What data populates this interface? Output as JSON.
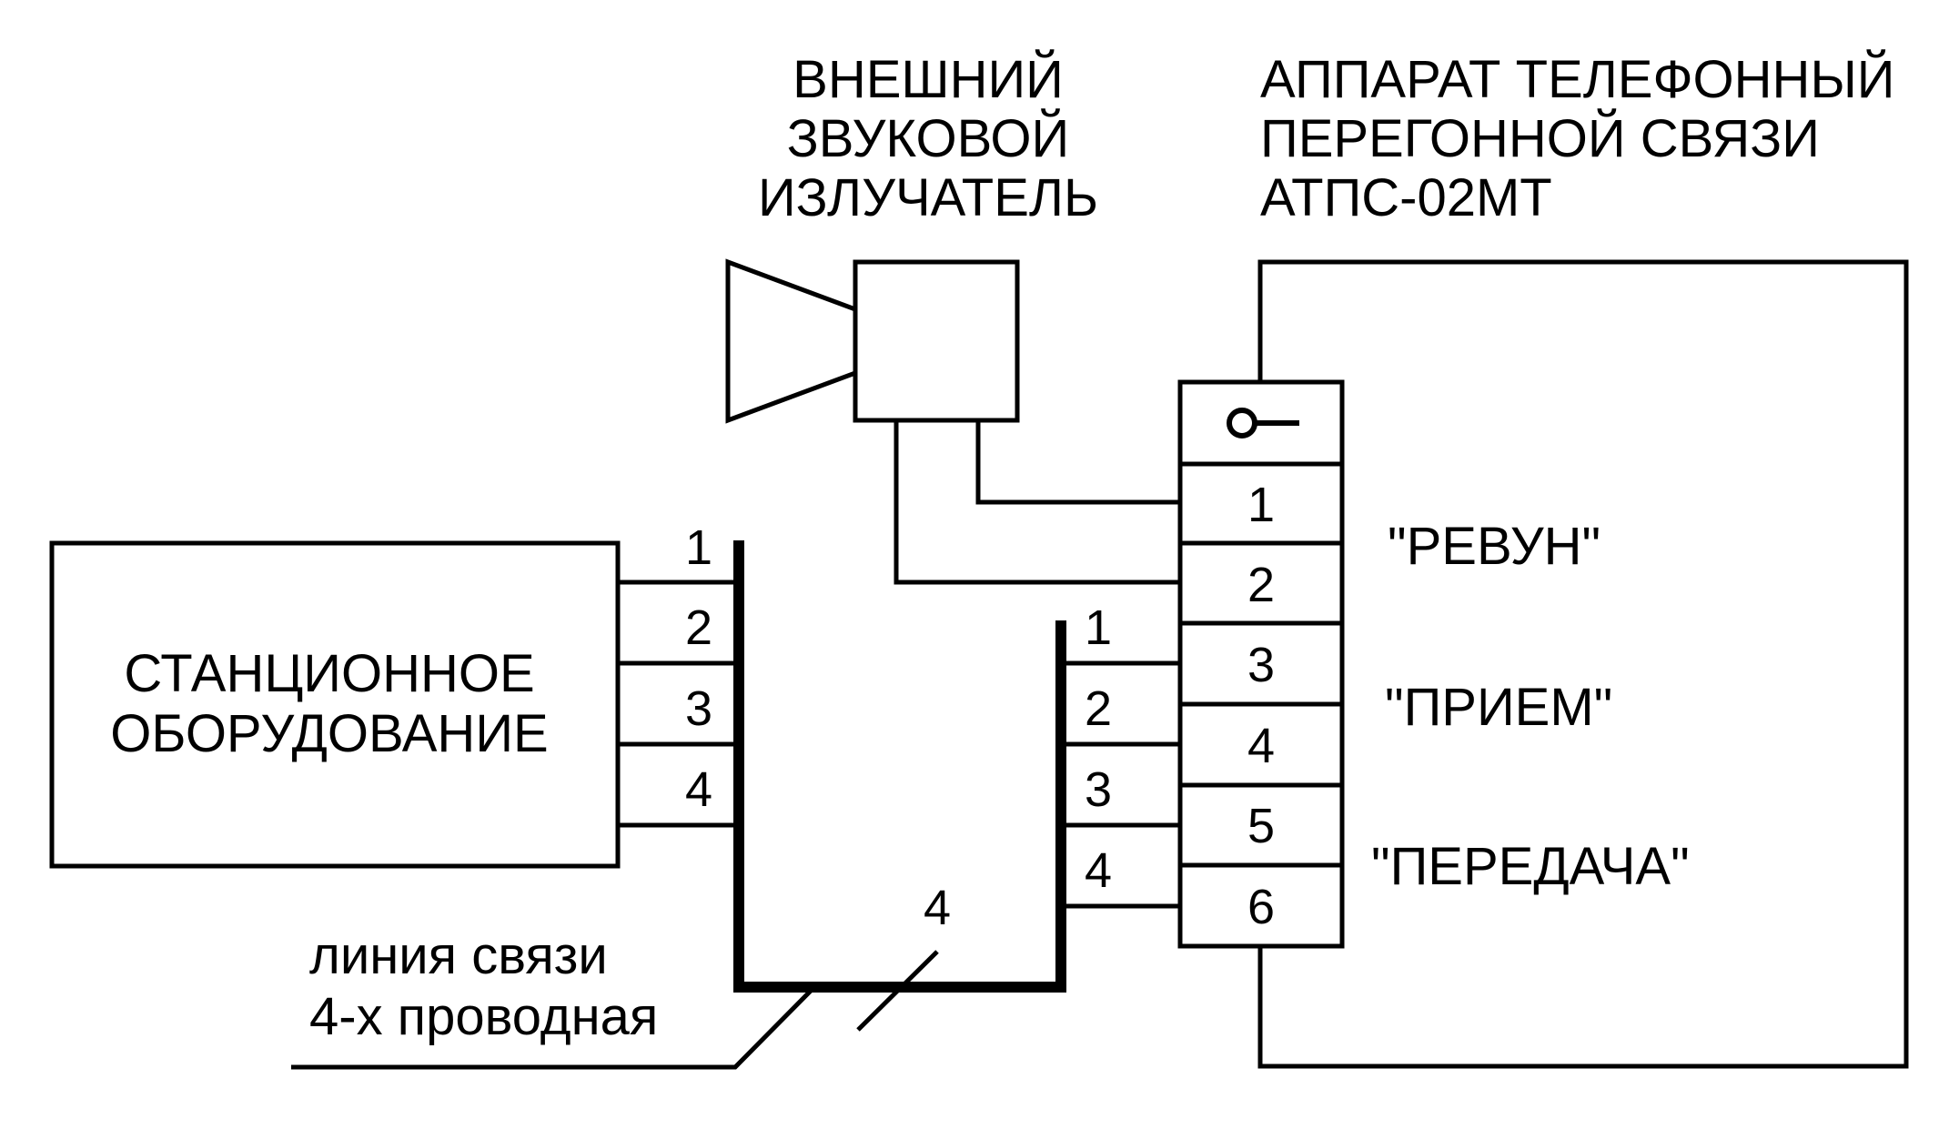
{
  "speaker": {
    "title_lines": [
      "ВНЕШНИЙ",
      "ЗВУКОВОЙ",
      "ИЗЛУЧАТЕЛЬ"
    ]
  },
  "phone": {
    "title_lines": [
      "АППАРАТ ТЕЛЕФОННЫЙ",
      "ПЕРЕГОННОЙ СВЯЗИ",
      "АТПС-02МТ"
    ],
    "terminals": [
      "1",
      "2",
      "3",
      "4",
      "5",
      "6"
    ],
    "groups": [
      "\"РЕВУН\"",
      "\"ПРИЕМ\"",
      "\"ПЕРЕДАЧА\""
    ]
  },
  "station": {
    "label_lines": [
      "СТАНЦИОННОЕ",
      "ОБОРУДОВАНИЕ"
    ]
  },
  "left_bus": {
    "pins": [
      "1",
      "2",
      "3",
      "4"
    ]
  },
  "right_bus": {
    "pins": [
      "1",
      "2",
      "3",
      "4"
    ]
  },
  "cable": {
    "wire_count": "4",
    "label_lines": [
      "линия связи",
      "4-х проводная"
    ]
  },
  "colors": {
    "line": "#000000",
    "background": "#ffffff"
  }
}
